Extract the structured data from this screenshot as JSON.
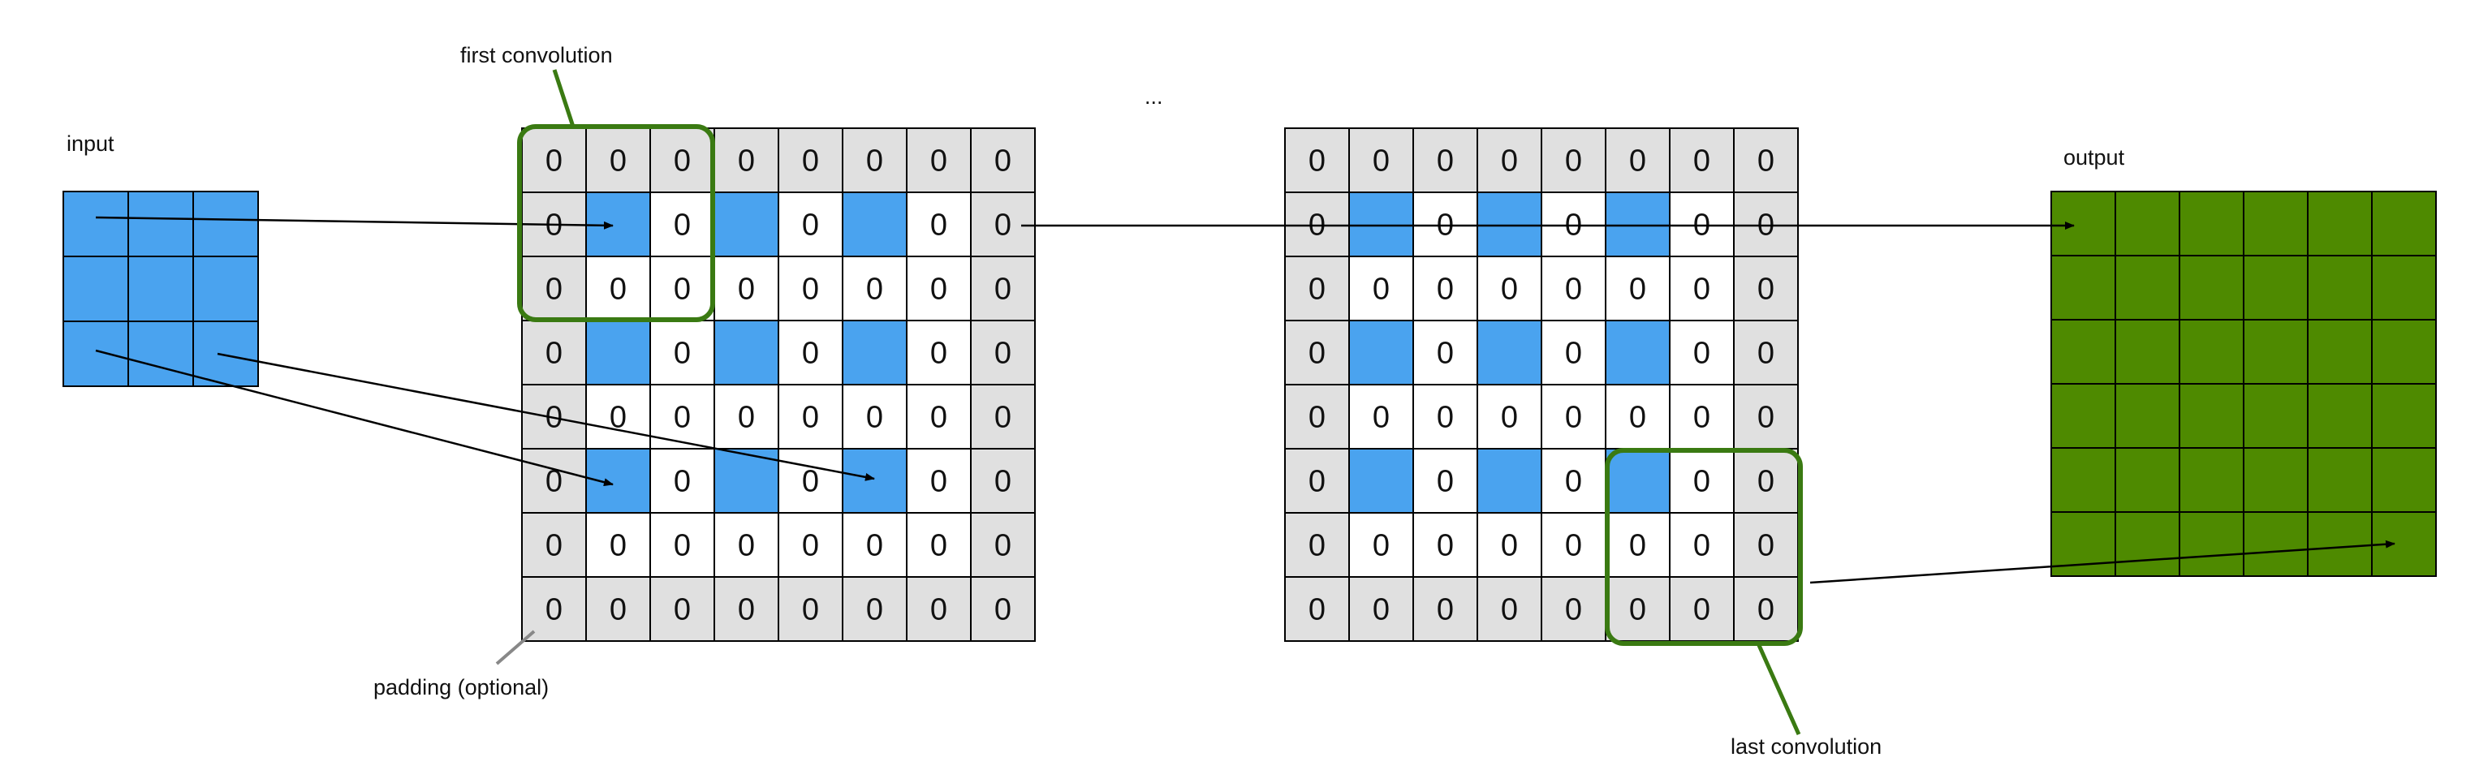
{
  "labels": {
    "input": "input",
    "first_convolution": "first convolution",
    "ellipsis": "...",
    "output": "output",
    "padding": "padding (optional)",
    "last_convolution": "last convolution"
  },
  "grid_legend": {
    "padding_value": "0",
    "inserted_zero_value": "0"
  },
  "colors": {
    "input_cell": "#4aa3ef",
    "output_cell": "#4e8a00",
    "padding_cell": "#e0e0e0",
    "zero_cell": "#ffffff",
    "convolution_window": "#3a7a12",
    "line": "#000000"
  },
  "input_grid": {
    "rows": 3,
    "cols": 3
  },
  "output_grid": {
    "rows": 6,
    "cols": 6
  },
  "upsampled_grid": {
    "rows": 8,
    "cols": 8,
    "padding_rows": [
      0,
      7
    ],
    "padding_cols": [
      0,
      7
    ],
    "input_cells": [
      [
        1,
        1
      ],
      [
        1,
        3
      ],
      [
        1,
        5
      ],
      [
        3,
        1
      ],
      [
        3,
        3
      ],
      [
        3,
        5
      ],
      [
        5,
        1
      ],
      [
        5,
        3
      ],
      [
        5,
        5
      ]
    ]
  }
}
